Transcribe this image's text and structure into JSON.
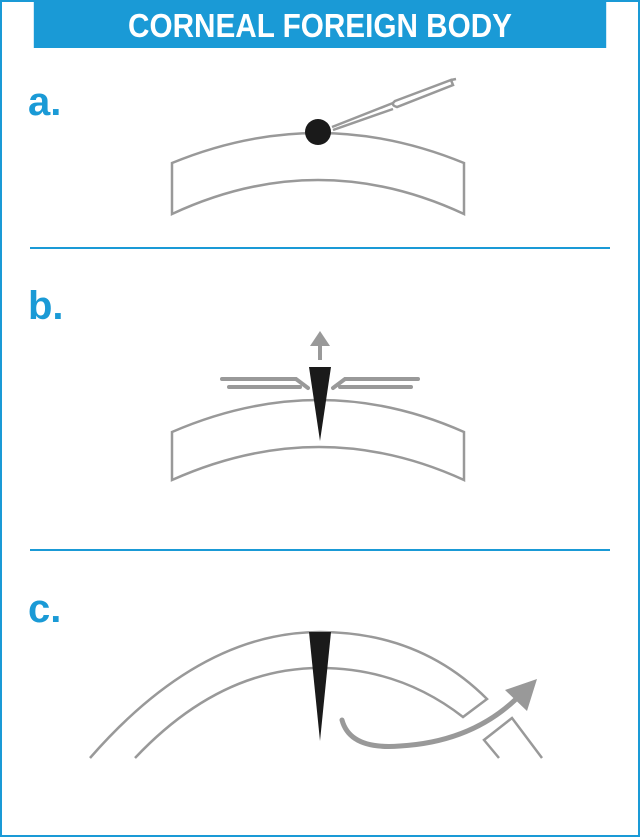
{
  "title": "CORNEAL FOREIGN BODY",
  "panels": [
    {
      "label": "a."
    },
    {
      "label": "b."
    },
    {
      "label": "c."
    }
  ],
  "colors": {
    "accent": "#1a9ad6",
    "outline": "#999999",
    "foreign_body": "#1a1a1a",
    "arrow": "#999999"
  }
}
